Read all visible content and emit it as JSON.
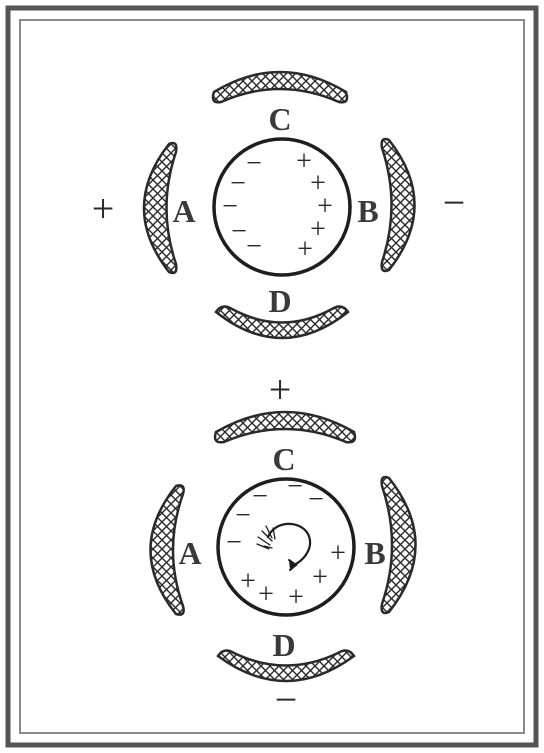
{
  "diagram": {
    "colors": {
      "ink": "#2a2a2a",
      "label": "#3a3a3a",
      "frame_outer": "#555555",
      "frame_inner": "#8a8a8a",
      "paper": "#ffffff"
    },
    "top": {
      "labels": {
        "A": "A",
        "B": "B",
        "C": "C",
        "D": "D"
      },
      "external_left": "+",
      "external_right": "−"
    },
    "bottom": {
      "labels": {
        "A": "A",
        "B": "B",
        "C": "C",
        "D": "D"
      },
      "external_top": "+",
      "external_bottom": "−"
    }
  }
}
